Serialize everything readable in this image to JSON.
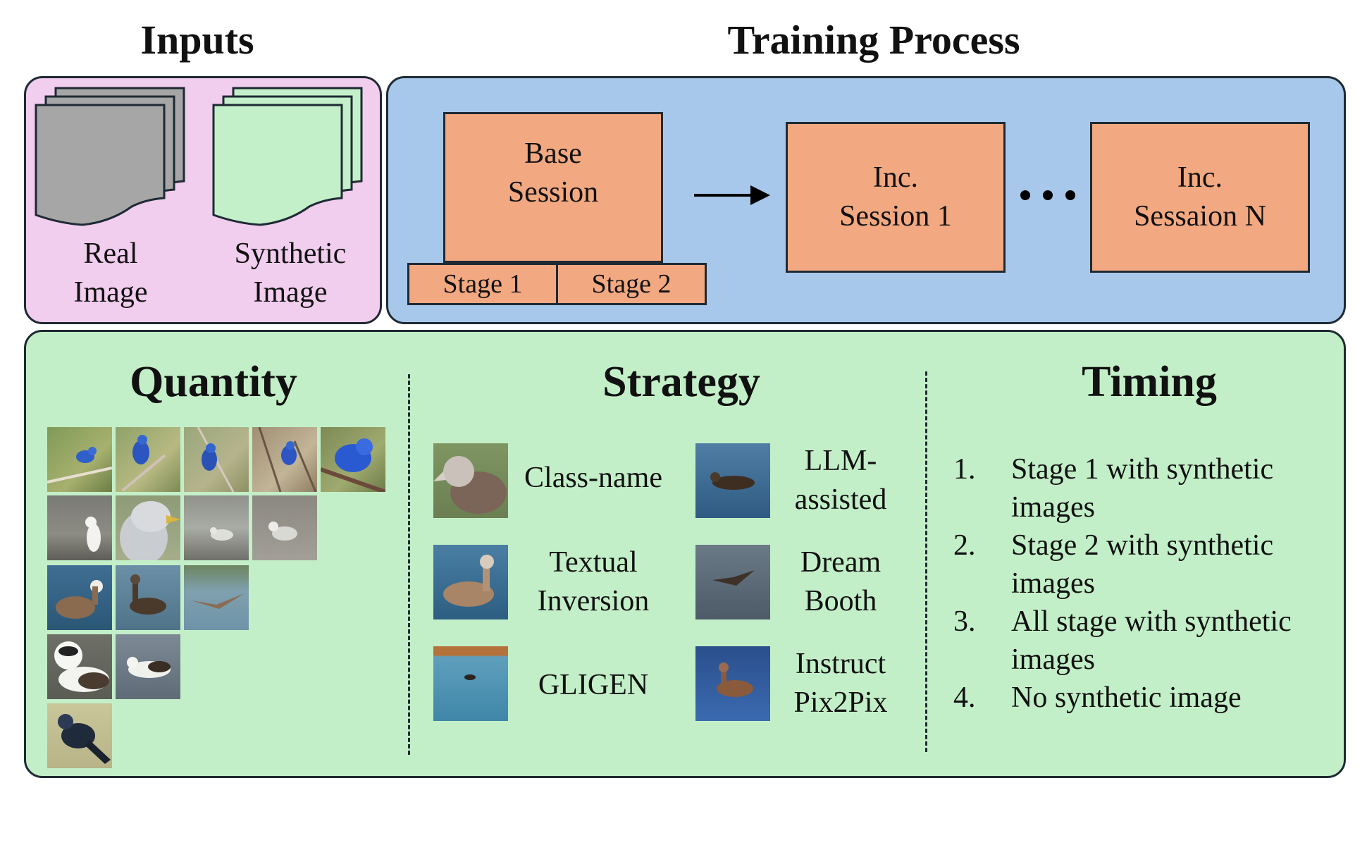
{
  "headers": {
    "inputs": "Inputs",
    "training": "Training Process"
  },
  "inputs": {
    "real": [
      "Real",
      "Image"
    ],
    "synthetic": [
      "Synthetic",
      "Image"
    ]
  },
  "training": {
    "base": [
      "Base",
      "Session"
    ],
    "stages": [
      "Stage 1",
      "Stage 2"
    ],
    "inc1": [
      "Inc.",
      "Session 1"
    ],
    "incN": [
      "Inc.",
      "Sessaion N"
    ]
  },
  "sections": {
    "quantity": "Quantity",
    "strategy": "Strategy",
    "timing": "Timing"
  },
  "strategy": [
    [
      "Class-name"
    ],
    [
      "LLM-",
      "assisted"
    ],
    [
      "Textual",
      "Inversion"
    ],
    [
      "Dream",
      "Booth"
    ],
    [
      "GLIGEN"
    ],
    [
      "Instruct",
      "Pix2Pix"
    ]
  ],
  "timing": [
    {
      "num": "1.",
      "lines": [
        "Stage 1 with synthetic",
        "images"
      ]
    },
    {
      "num": "2.",
      "lines": [
        "Stage 2 with synthetic",
        "images"
      ]
    },
    {
      "num": "3.",
      "lines": [
        "All stage with synthetic",
        "images"
      ]
    },
    {
      "num": "4.",
      "lines": [
        "No synthetic image"
      ]
    }
  ],
  "colors": {
    "inputs_panel": "#f1cdee",
    "training_panel": "#a7c8ea",
    "bottom_panel": "#c3efc8",
    "session_box": "#f2a981",
    "real_image": "#a6a6a6",
    "synthetic_image": "#c3f0c9"
  }
}
